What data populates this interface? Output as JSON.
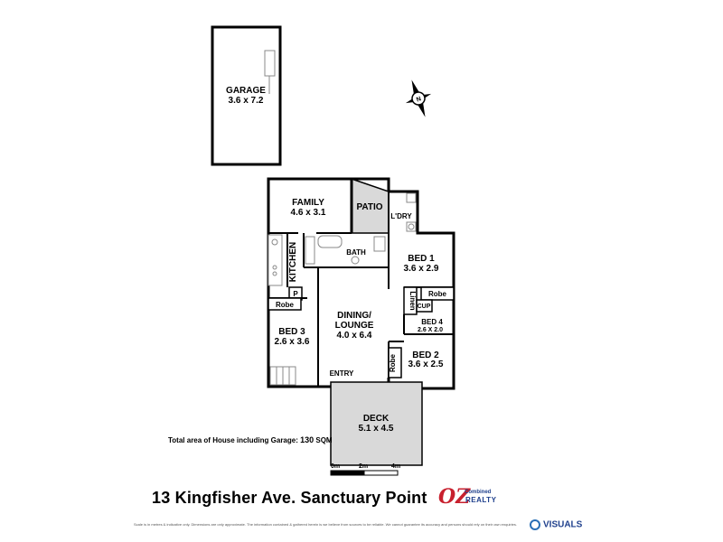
{
  "rooms": {
    "garage": {
      "name": "GARAGE",
      "dim": "3.6 x 7.2"
    },
    "family": {
      "name": "FAMILY",
      "dim": "4.6 x 3.1"
    },
    "patio": {
      "name": "PATIO"
    },
    "laundry": {
      "name": "L'DRY"
    },
    "kitchen": {
      "name": "KITCHEN"
    },
    "bath": {
      "name": "BATH"
    },
    "bed1": {
      "name": "BED 1",
      "dim": "3.6 x 2.9"
    },
    "robe1": {
      "name": "Robe"
    },
    "linen": {
      "name": "Linen"
    },
    "cup": {
      "name": "CUP"
    },
    "bed4": {
      "name": "BED 4",
      "dim": "2.6 X 2.0"
    },
    "bed2": {
      "name": "BED 2",
      "dim": "3.6 x 2.5"
    },
    "robe2": {
      "name": "Robe"
    },
    "robe3": {
      "name": "Robe"
    },
    "pantry": {
      "name": "P"
    },
    "dining": {
      "name": "DINING/",
      "name2": "LOUNGE",
      "dim": "4.0 x 6.4"
    },
    "bed3": {
      "name": "BED 3",
      "dim": "2.6 x 3.6"
    },
    "entry": {
      "name": "ENTRY"
    },
    "deck": {
      "name": "DECK",
      "dim": "5.1 x 4.5"
    }
  },
  "compass": {
    "label": "N"
  },
  "area": {
    "label": "Total area of House including Garage:",
    "value": "130",
    "unit": "SQM"
  },
  "scale": {
    "ticks": [
      "0m",
      "2m",
      "4m"
    ]
  },
  "address": "13 Kingfisher Ave. Sanctuary Point",
  "logo": {
    "mark": "OZ",
    "combined": "Combined",
    "realty": "REALTY"
  },
  "credit": "VISUALS",
  "disclaimer": "Scale is in metres & indicative only. Dimensions are only approximate. The information contained & gathered herein is we believe from sources to be reliable. We cannot guarantee its accuracy and persons should rely on their own enquiries.",
  "colors": {
    "wall": "#000000",
    "shaded": "#d9d9d9",
    "fixture": "#808080",
    "brand_red": "#c8202e",
    "brand_blue": "#1e3f8c"
  }
}
